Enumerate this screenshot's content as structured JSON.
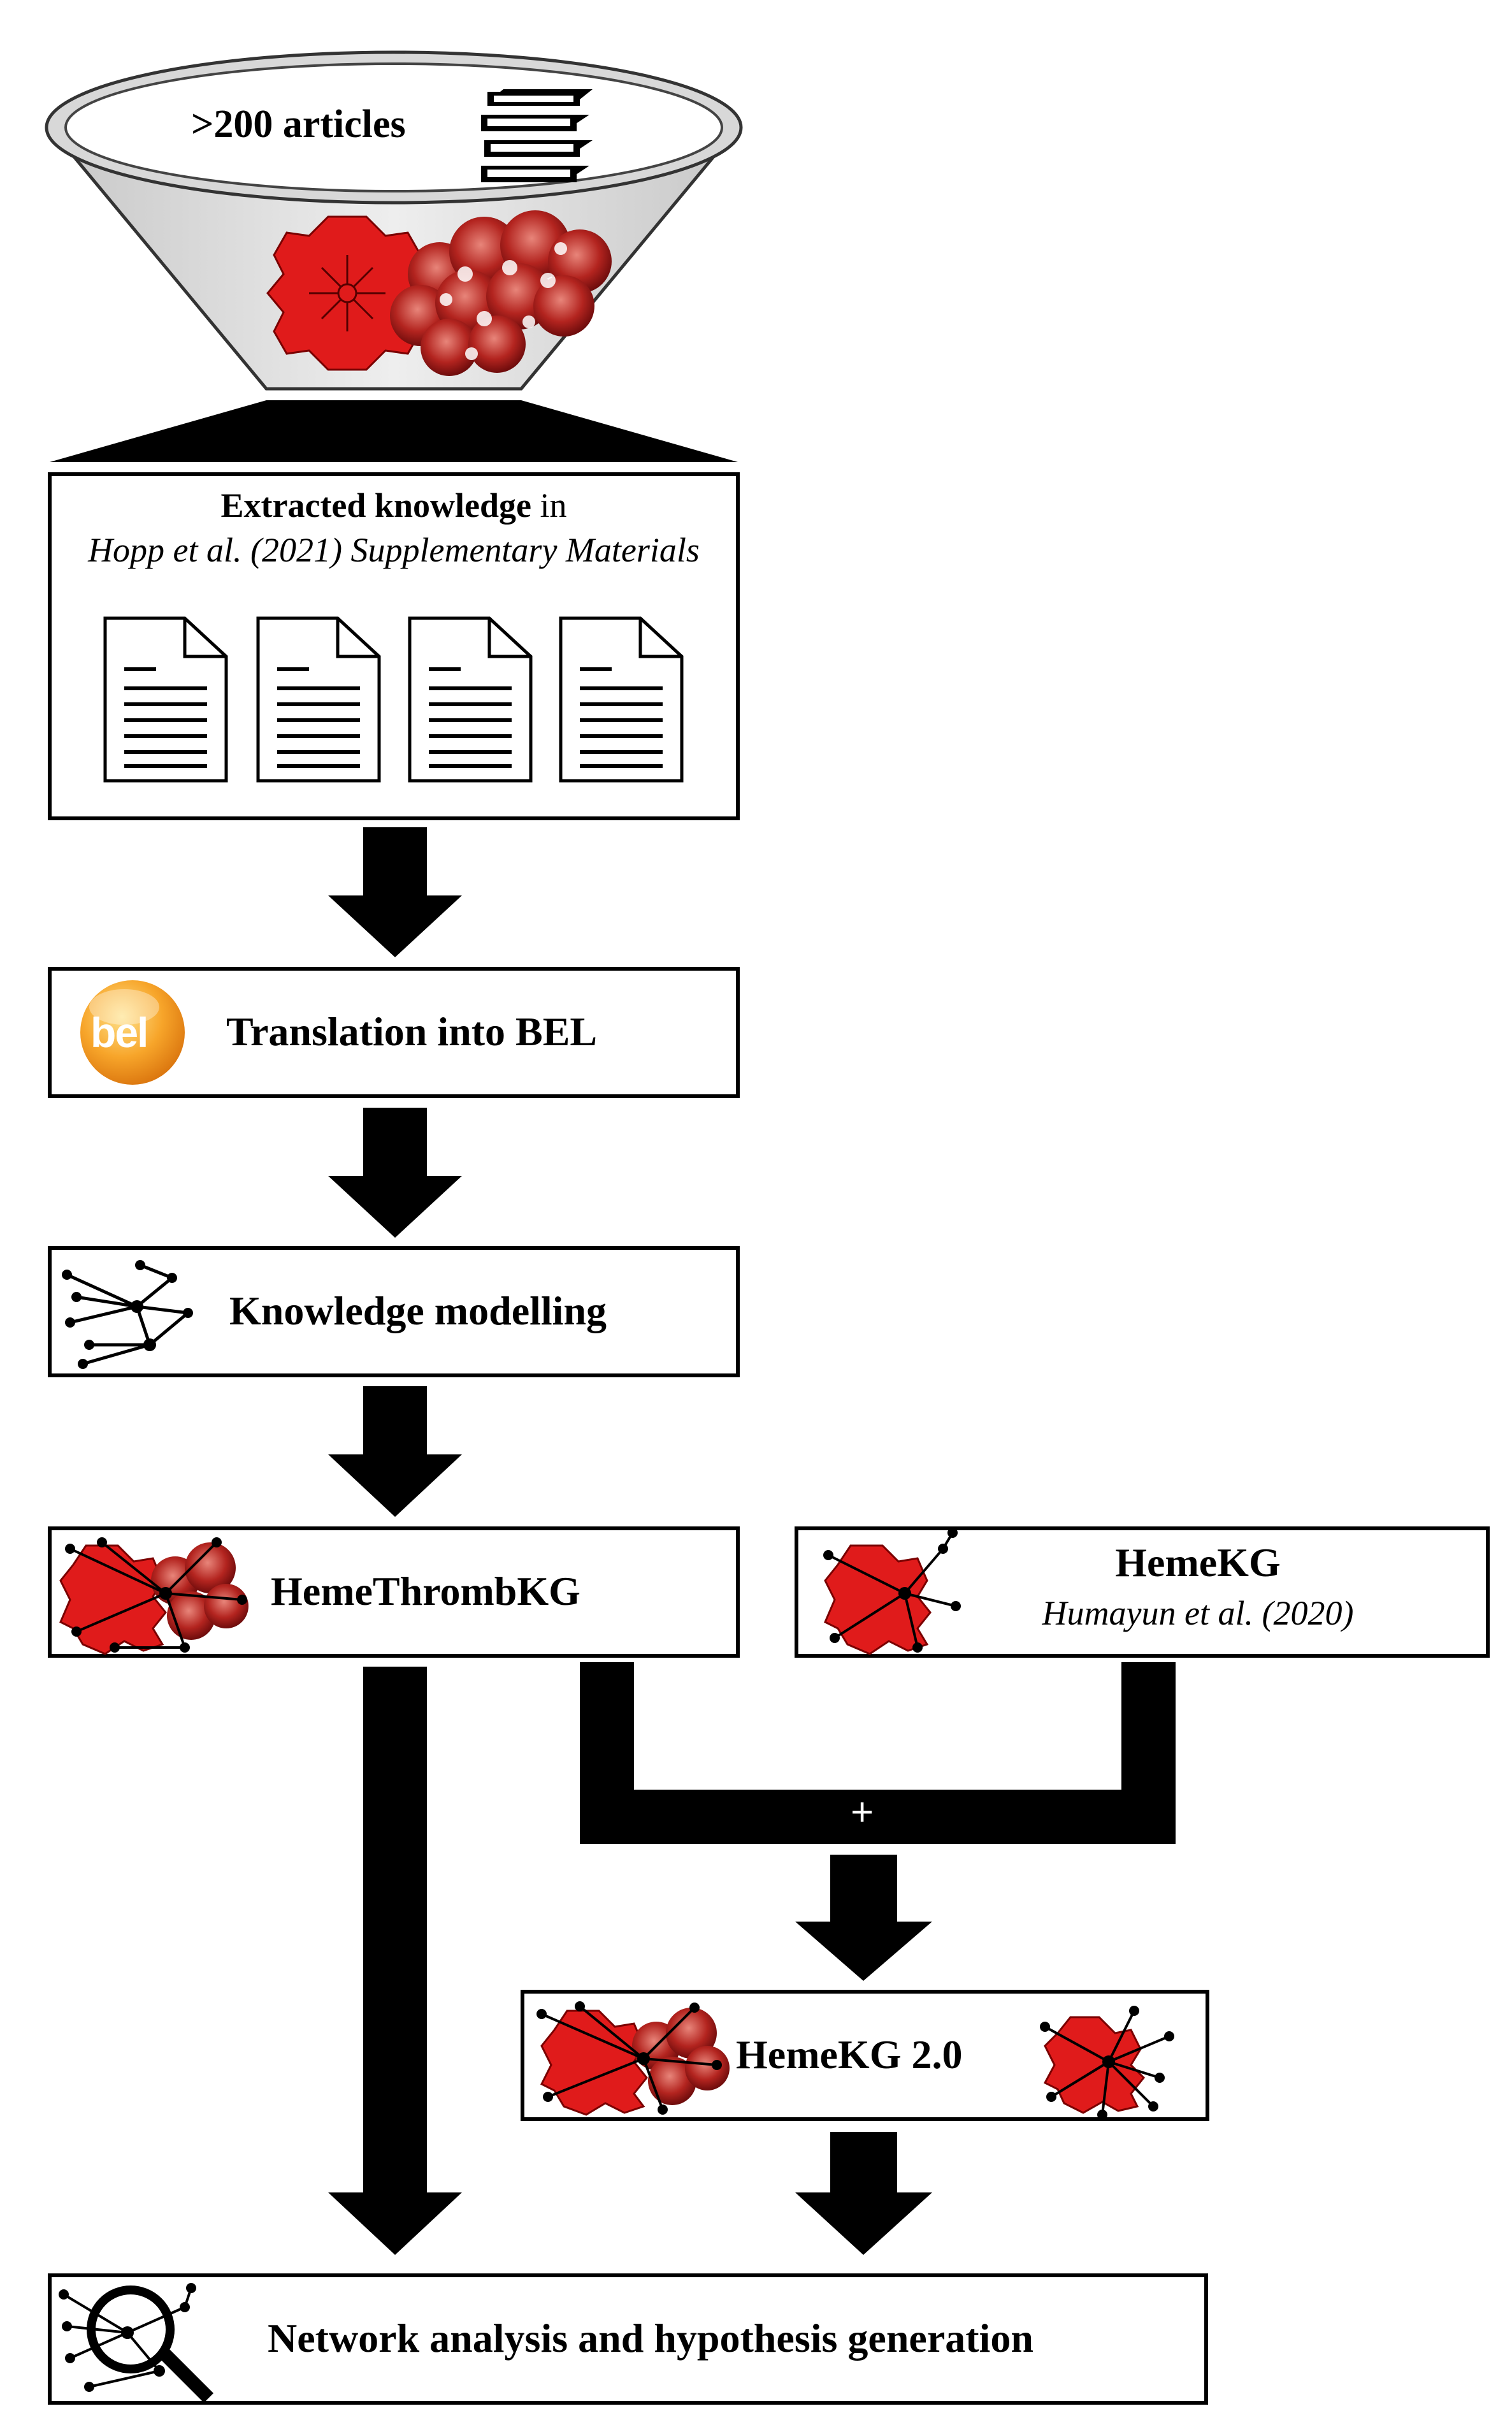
{
  "funnel": {
    "label": ">200 articles"
  },
  "boxes": {
    "extracted": {
      "title_bold": "Extracted knowledge",
      "title_rest": " in",
      "citation": "Hopp et al. (2021) Supplementary Materials"
    },
    "translation": {
      "label": "Translation into BEL",
      "logo_text": "bel"
    },
    "modelling": {
      "label": "Knowledge modelling"
    },
    "hemethromb": {
      "label": "HemeThrombKG"
    },
    "hemekg": {
      "label": "HemeKG",
      "citation": "Humayun et al. (2020)"
    },
    "hemekg2": {
      "label": "HemeKG 2.0"
    },
    "network": {
      "label": "Network analysis and hypothesis generation"
    }
  },
  "merge_symbol": "+",
  "colors": {
    "heme_red": "#e01b1b",
    "cell_red": "#a3161b",
    "bel_orange": "#f39a1e",
    "stroke": "#000000"
  }
}
